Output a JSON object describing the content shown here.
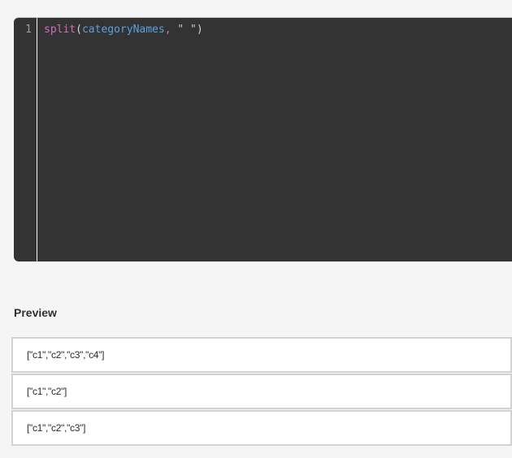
{
  "theme": {
    "page_bg": "#f5f5f5",
    "editor_bg": "#333333",
    "heading_text": "#323130",
    "row_border": "#d2d2d2",
    "row_text": "#2b2b2b"
  },
  "editor": {
    "line_number": "1",
    "code_text": "split(categoryNames, \" \")",
    "tokens": [
      {
        "text": "split",
        "type": "function"
      },
      {
        "text": "(",
        "type": "punct"
      },
      {
        "text": "categoryNames",
        "type": "variable"
      },
      {
        "text": ",",
        "type": "comma"
      },
      {
        "text": " ",
        "type": "plain"
      },
      {
        "text": "\" \"",
        "type": "string"
      },
      {
        "text": ")",
        "type": "punct"
      }
    ],
    "colors": {
      "function": "#d16dbd",
      "variable": "#5ca0dc",
      "punctuation": "#d4d4d4",
      "comma": "#d16dbd",
      "string": "#c8c8c8",
      "line_number": "#9e9e9e"
    }
  },
  "preview": {
    "title": "Preview",
    "rows": [
      "[\"c1\",\"c2\",\"c3\",\"c4\"]",
      "[\"c1\",\"c2\"]",
      "[\"c1\",\"c2\",\"c3\"]"
    ]
  }
}
